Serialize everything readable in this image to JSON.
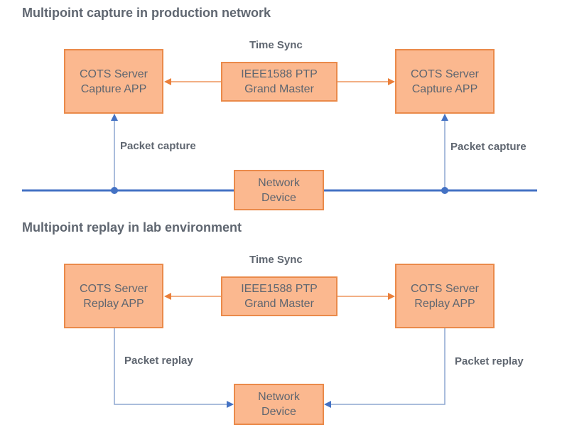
{
  "colors": {
    "box_fill": "#fbb88f",
    "box_border": "#ea8a4a",
    "sync_arrow": "#ea7f3a",
    "network_line": "#4472c4",
    "packet_line": "#8ea7d1",
    "text": "#5f6670"
  },
  "capture_section": {
    "title": "Multipoint capture in production network",
    "time_sync_label": "Time Sync",
    "grandmaster": {
      "line1": "IEEE1588 PTP",
      "line2": "Grand Master"
    },
    "left_server": {
      "line1": "COTS Server",
      "line2": "Capture APP"
    },
    "right_server": {
      "line1": "COTS Server",
      "line2": "Capture APP"
    },
    "left_link_label": "Packet capture",
    "right_link_label": "Packet capture",
    "network_device": {
      "line1": "Network",
      "line2": "Device"
    }
  },
  "replay_section": {
    "title": "Multipoint replay in lab environment",
    "time_sync_label": "Time Sync",
    "grandmaster": {
      "line1": "IEEE1588 PTP",
      "line2": "Grand Master"
    },
    "left_server": {
      "line1": "COTS Server",
      "line2": "Replay APP"
    },
    "right_server": {
      "line1": "COTS Server",
      "line2": "Replay APP"
    },
    "left_link_label": "Packet replay",
    "right_link_label": "Packet replay",
    "network_device": {
      "line1": "Network",
      "line2": "Device"
    }
  }
}
